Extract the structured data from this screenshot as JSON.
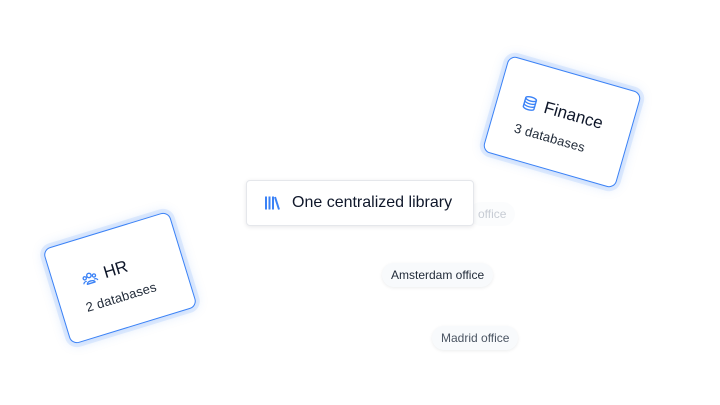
{
  "library": {
    "label": "One centralized library",
    "icon": "library-books-icon"
  },
  "cards": {
    "hr": {
      "title": "HR",
      "count": "2 databases",
      "icon": "users-group-icon"
    },
    "finance": {
      "title": "Finance",
      "count": "3 databases",
      "icon": "database-icon"
    }
  },
  "offices": {
    "faded": "office",
    "amsterdam": "Amsterdam office",
    "madrid": "Madrid office"
  },
  "colors": {
    "accent": "#3b82f6",
    "text": "#0f172a",
    "muted": "#c7ccd4"
  }
}
